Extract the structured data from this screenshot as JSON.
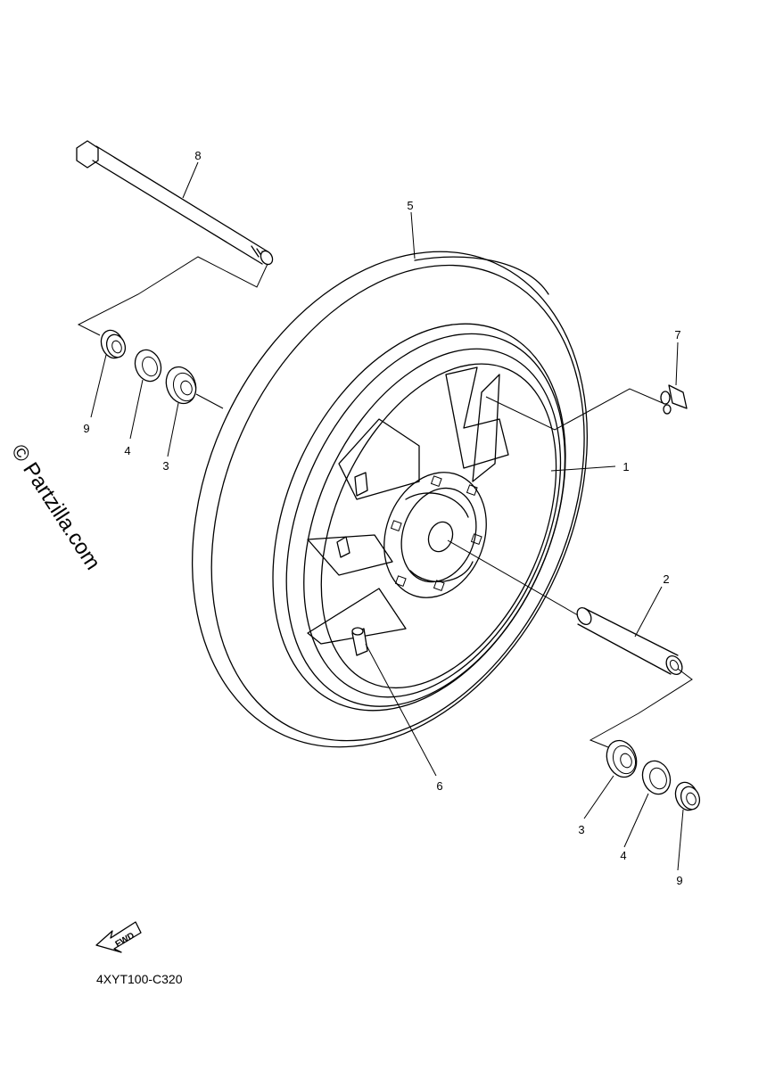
{
  "diagram": {
    "part_code": "4XYT100-C320",
    "watermark": "© Partzilla.com",
    "fwd_label": "FWD",
    "callouts": {
      "c1": "1",
      "c2": "2",
      "c3a": "3",
      "c3b": "3",
      "c4a": "4",
      "c4b": "4",
      "c5": "5",
      "c6": "6",
      "c7": "7",
      "c8": "8",
      "c9a": "9",
      "c9b": "9"
    }
  }
}
